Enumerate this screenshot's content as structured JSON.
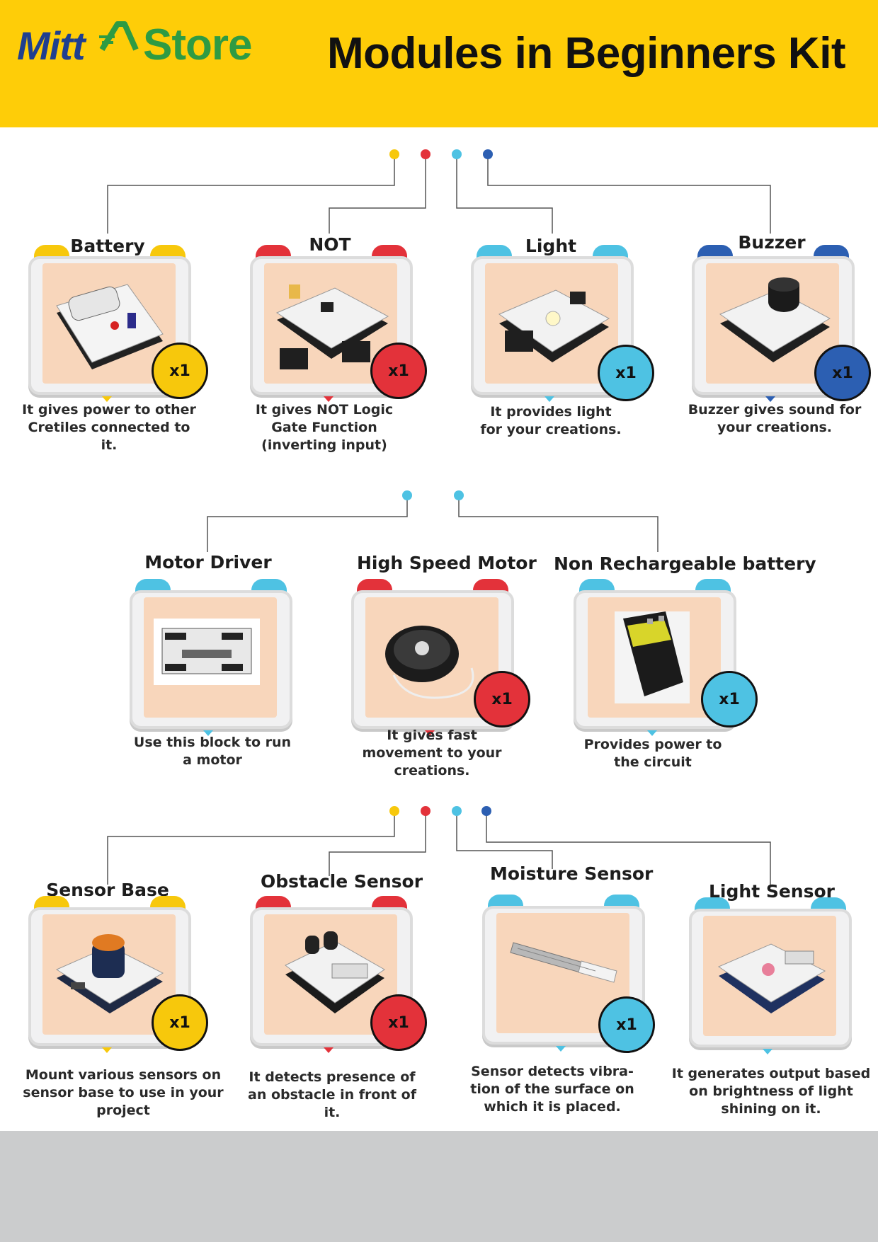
{
  "brand": {
    "mitt": "Mitt",
    "store": "Store"
  },
  "page_title": "Modules in Beginners Kit",
  "colors": {
    "yellow": "#f7c80c",
    "red": "#e3323a",
    "light_blue": "#4ec2e3",
    "dark_blue": "#2c5fb2",
    "header_bg": "#fecd08",
    "footer_bg": "#cbcccd",
    "photo_bg": "#f8d6bb"
  },
  "modules": [
    {
      "name": "Battery",
      "description": "It gives power to other\nCretiles connected to\nit.",
      "quantity": "x1",
      "color": "yellow",
      "icon": "battery-module-icon"
    },
    {
      "name": "NOT",
      "description": "It gives NOT Logic\nGate Function\n(inverting input)",
      "quantity": "x1",
      "color": "red",
      "icon": "not-gate-module-icon"
    },
    {
      "name": "Light",
      "description": "It provides light\nfor your creations.",
      "quantity": "x1",
      "color": "light_blue",
      "icon": "light-module-icon"
    },
    {
      "name": "Buzzer",
      "description": "Buzzer gives sound for\nyour creations.",
      "quantity": "x1",
      "color": "dark_blue",
      "icon": "buzzer-module-icon"
    },
    {
      "name": "Motor\nDriver",
      "description": "Use this block to run\na motor",
      "quantity": "",
      "color": "light_blue",
      "icon": "motor-driver-module-icon"
    },
    {
      "name": "High Speed\nMotor",
      "description": "It gives fast\nmovement to your\ncreations.",
      "quantity": "x1",
      "color": "red",
      "icon": "high-speed-motor-icon"
    },
    {
      "name": "Non Rechargeable\nbattery",
      "description": "Provides power to\nthe circuit",
      "quantity": "x1",
      "color": "light_blue",
      "icon": "9v-battery-icon"
    },
    {
      "name": "Sensor\nBase",
      "description": "Mount various sensors on\nsensor base to use in your\nproject",
      "quantity": "x1",
      "color": "yellow",
      "icon": "sensor-base-module-icon"
    },
    {
      "name": "Obstacle\nSensor",
      "description": "It detects presence of\nan obstacle in front of\nit.",
      "quantity": "x1",
      "color": "red",
      "icon": "obstacle-sensor-module-icon"
    },
    {
      "name": "Moisture\nSensor",
      "description": "Sensor detects vibra-\ntion of the surface on\nwhich it is placed.",
      "quantity": "x1",
      "color": "light_blue",
      "icon": "moisture-sensor-probe-icon"
    },
    {
      "name": "Light\nSensor",
      "description": "It generates output based\non brightness of light\nshining on it.",
      "quantity": "",
      "color": "light_blue",
      "icon": "light-sensor-module-icon"
    }
  ]
}
